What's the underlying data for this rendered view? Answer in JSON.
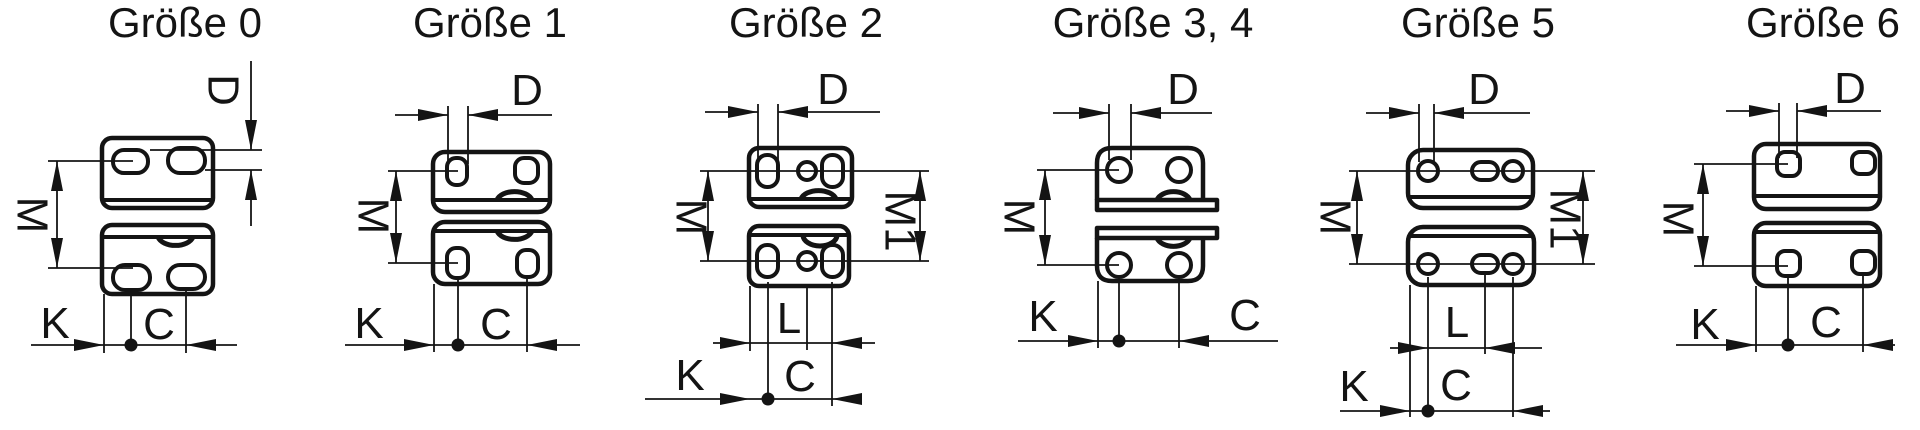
{
  "drawing": {
    "background_color": "#ffffff",
    "ink_color": "#141414",
    "description": "Sechs technische Zeichnungen von Spannpratzen-Paaren (Draufsicht) mit Bemassung"
  },
  "figures": [
    {
      "title": "Größe 0",
      "labels": {
        "d": "D",
        "m": "M",
        "k": "K",
        "c": "C"
      }
    },
    {
      "title": "Größe 1",
      "labels": {
        "d": "D",
        "m": "M",
        "k": "K",
        "c": "C"
      }
    },
    {
      "title": "Größe 2",
      "labels": {
        "d": "D",
        "m": "M",
        "m1": "M1",
        "l": "L",
        "k": "K",
        "c": "C"
      }
    },
    {
      "title": "Größe 3, 4",
      "labels": {
        "d": "D",
        "m": "M",
        "k": "K",
        "c": "C"
      }
    },
    {
      "title": "Größe 5",
      "labels": {
        "d": "D",
        "m": "M",
        "m1": "M1",
        "l": "L",
        "k": "K",
        "c": "C"
      }
    },
    {
      "title": "Größe 6",
      "labels": {
        "d": "D",
        "m": "M",
        "k": "K",
        "c": "C"
      }
    }
  ]
}
